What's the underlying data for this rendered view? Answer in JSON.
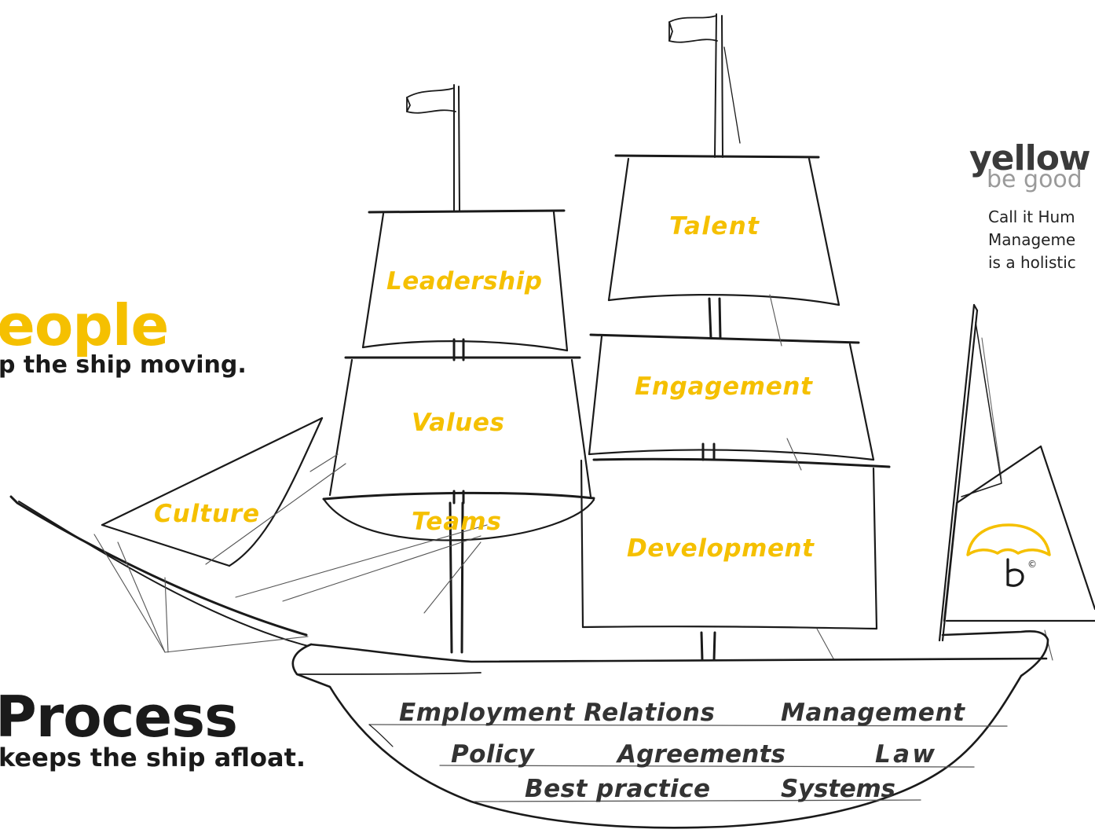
{
  "headings": {
    "people": "eople",
    "people_sub": "p the ship moving.",
    "process": "Process",
    "process_sub": "keeps the ship afloat."
  },
  "logo": {
    "brand": "yellow",
    "tagline": "be good"
  },
  "side_text": {
    "line1": "Call it Hum",
    "line2": "Manageme",
    "line3": "is a holistic"
  },
  "sails": {
    "leadership": "Leadership",
    "values": "Values",
    "teams": "Teams",
    "talent": "Talent",
    "engagement": "Engagement",
    "development": "Development",
    "culture": "Culture"
  },
  "hull": {
    "employment_relations": "Employment Relations",
    "management": "Management",
    "policy": "Policy",
    "agreements": "Agreements",
    "law": "Law",
    "best_practice": "Best practice",
    "systems": "Systems"
  },
  "icons": {
    "umbrella": "umbrella-logo-icon",
    "copyright": "©"
  },
  "colors": {
    "accent": "#f5c000",
    "ink": "#1a1a1a",
    "hull_label": "#333333",
    "logo_grey": "#9a9a9a"
  }
}
